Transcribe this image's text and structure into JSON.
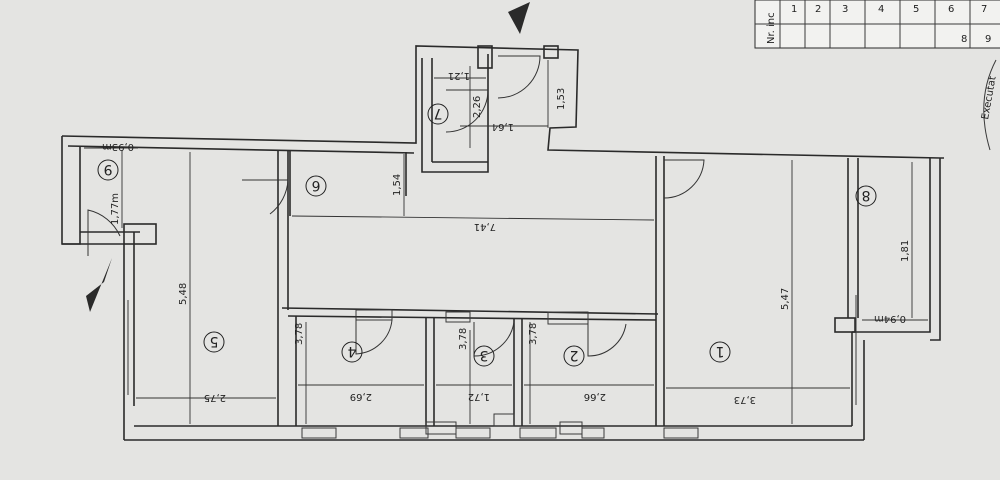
{
  "rooms": [
    {
      "id": "room-1",
      "label": "1"
    },
    {
      "id": "room-2",
      "label": "2"
    },
    {
      "id": "room-3",
      "label": "3"
    },
    {
      "id": "room-4",
      "label": "4"
    },
    {
      "id": "room-5",
      "label": "5"
    },
    {
      "id": "room-6",
      "label": "6"
    },
    {
      "id": "room-7",
      "label": "7"
    },
    {
      "id": "room-8",
      "label": "8"
    },
    {
      "id": "room-9",
      "label": "9"
    }
  ],
  "dimensions": {
    "room5_height": "5,48",
    "room5_width": "2,75",
    "room4_height": "3,78",
    "room4_width": "2,69",
    "room3_height": "3,78",
    "room3_width": "1,72",
    "room2_height": "3,78",
    "room2_width": "2,66",
    "room1_height": "5,47",
    "room1_width": "3,73",
    "hall_width": "7,41",
    "hall_height": "1,54",
    "room7_width": "1,21",
    "room7_height": "2,26",
    "stair_width": "1,64",
    "stair_height": "1,53",
    "room8_height": "1,81",
    "room8_width": "0,94m",
    "room9_height": "1,77m",
    "room9_width": "0,93m"
  },
  "legend_table": {
    "header_fragment": "Nr. inc",
    "numbers": [
      "1",
      "2",
      "3",
      "4",
      "5",
      "6",
      "7",
      "8",
      "9"
    ]
  },
  "side_stamp": "Executat"
}
